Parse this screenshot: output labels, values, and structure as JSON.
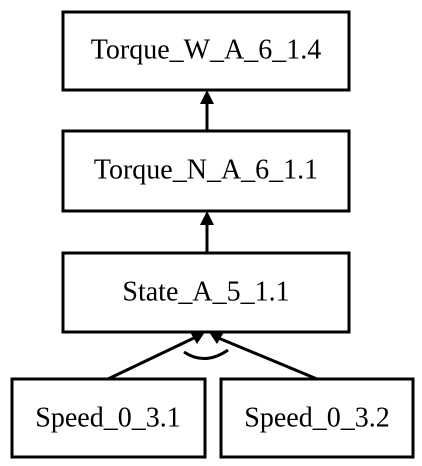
{
  "nodes": {
    "torque_w": {
      "label": "Torque_W_A_6_1.4"
    },
    "torque_n": {
      "label": "Torque_N_A_6_1.1"
    },
    "state": {
      "label": "State_A_5_1.1"
    },
    "speed_1": {
      "label": "Speed_0_3.1"
    },
    "speed_2": {
      "label": "Speed_0_3.2"
    }
  },
  "edges": [
    {
      "from": "torque_n",
      "to": "torque_w"
    },
    {
      "from": "state",
      "to": "torque_n"
    },
    {
      "from": "speed_1",
      "to": "state"
    },
    {
      "from": "speed_2",
      "to": "state"
    }
  ],
  "and_junction": {
    "node": "state",
    "inputs": [
      "speed_1",
      "speed_2"
    ]
  }
}
